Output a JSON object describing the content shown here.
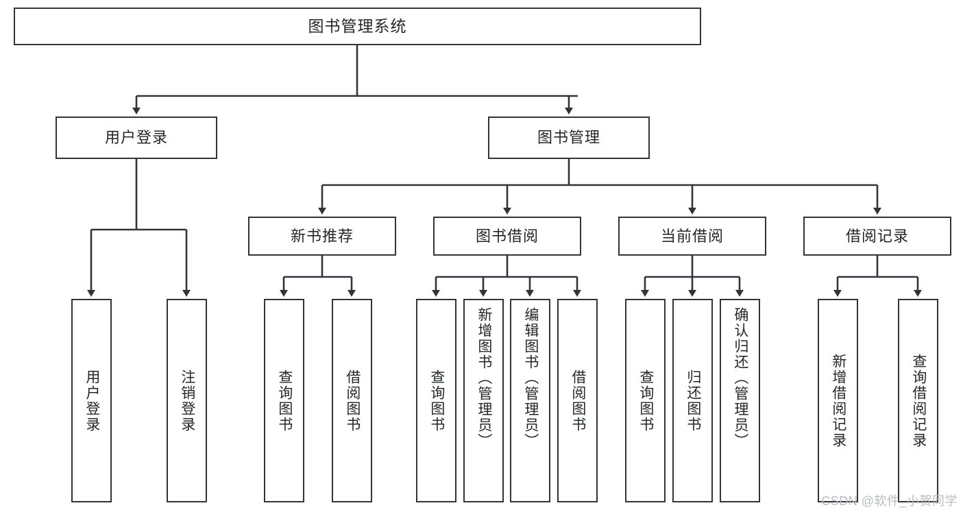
{
  "diagram": {
    "title": "图书管理系统",
    "type": "functional-structure-tree",
    "root": {
      "label": "图书管理系统"
    },
    "level2": [
      {
        "label": "用户登录"
      },
      {
        "label": "图书管理"
      }
    ],
    "level3": [
      {
        "label": "新书推荐"
      },
      {
        "label": "图书借阅"
      },
      {
        "label": "当前借阅"
      },
      {
        "label": "借阅记录"
      }
    ],
    "leaves": [
      {
        "label": "用户登录",
        "parent": "用户登录"
      },
      {
        "label": "注销登录",
        "parent": "用户登录"
      },
      {
        "label": "查询图书",
        "parent": "新书推荐"
      },
      {
        "label": "借阅图书",
        "parent": "新书推荐"
      },
      {
        "label": "查询图书",
        "parent": "图书借阅"
      },
      {
        "label": "新增图书（管理员）",
        "parent": "图书借阅"
      },
      {
        "label": "编辑图书（管理员）",
        "parent": "图书借阅"
      },
      {
        "label": "借阅图书",
        "parent": "图书借阅"
      },
      {
        "label": "查询图书",
        "parent": "当前借阅"
      },
      {
        "label": "归还图书",
        "parent": "当前借阅"
      },
      {
        "label": "确认归还（管理员）",
        "parent": "当前借阅"
      },
      {
        "label": "新增借阅记录",
        "parent": "借阅记录"
      },
      {
        "label": "查询借阅记录",
        "parent": "借阅记录"
      }
    ],
    "colors": {
      "box_border": "#31353a",
      "box_fill": "#ffffff",
      "connector": "#31353a",
      "text": "#23272b",
      "watermark": "#b9bcbf"
    }
  },
  "watermark": {
    "text": "CSDN @软件_小贺同学"
  }
}
